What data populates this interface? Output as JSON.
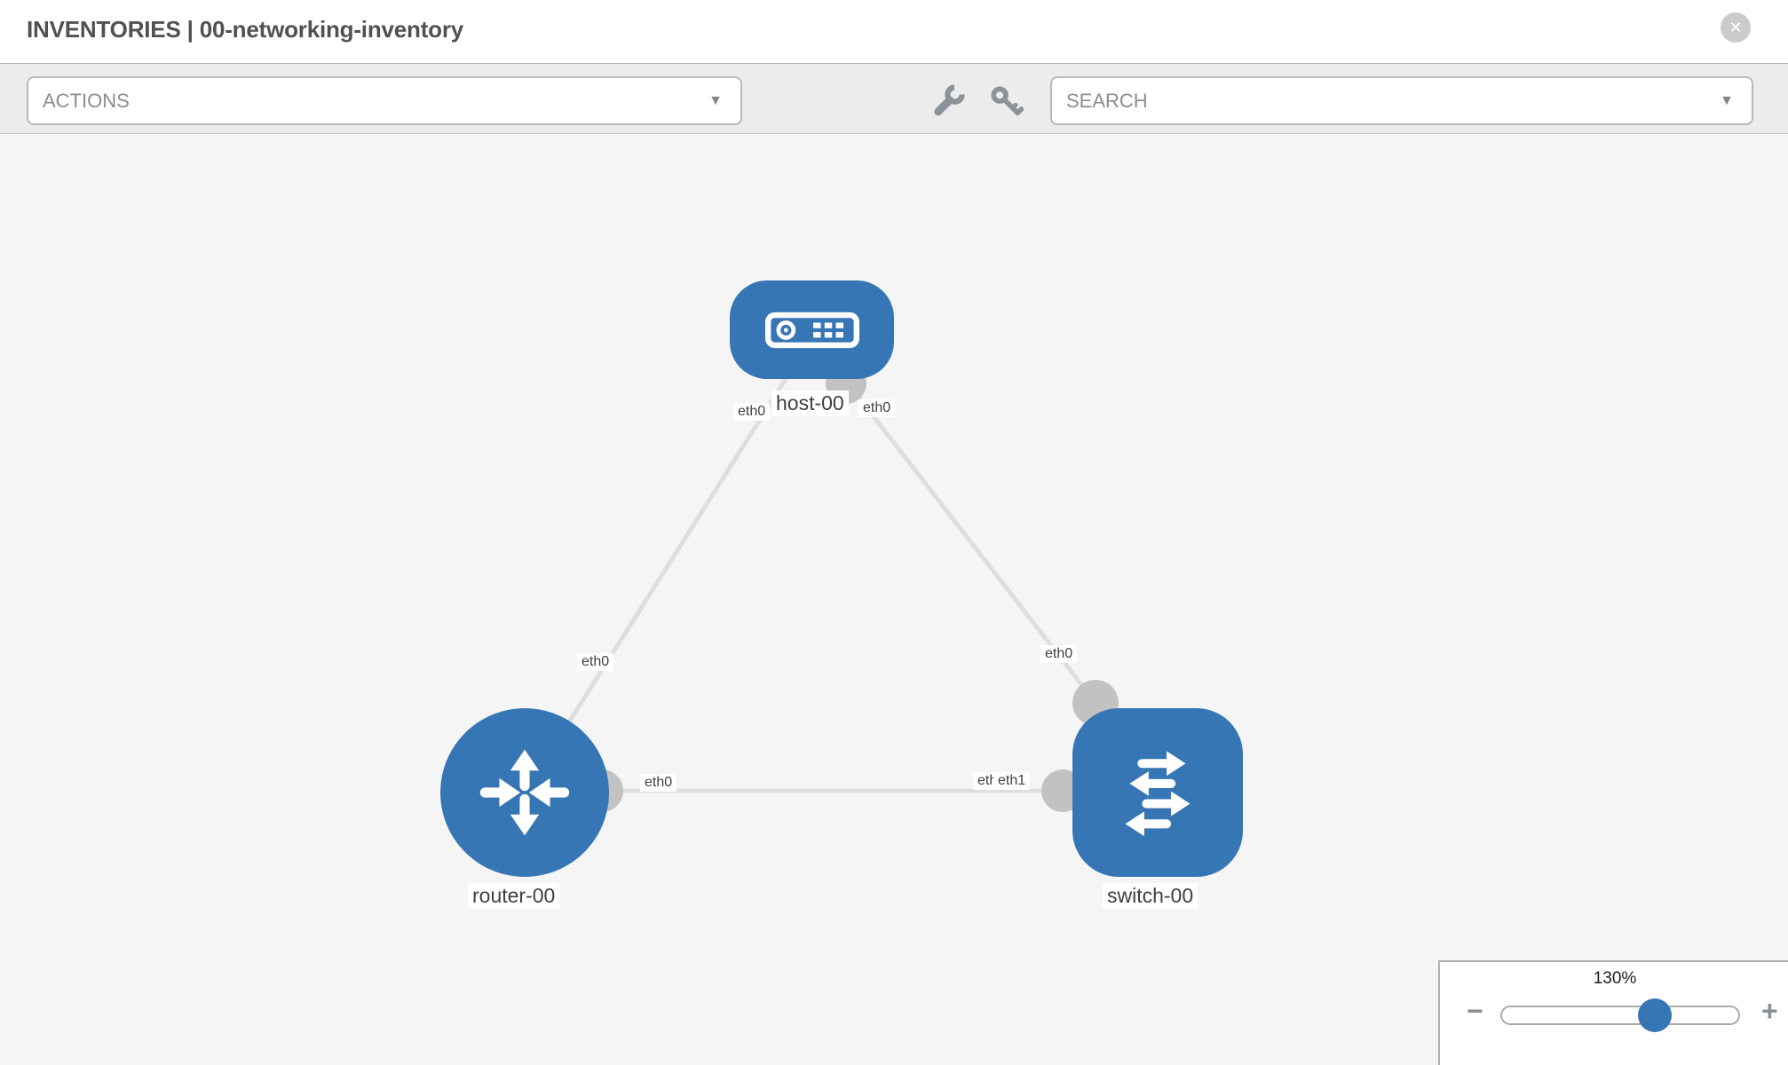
{
  "header": {
    "title": "INVENTORIES | 00-networking-inventory",
    "close_glyph": "✕"
  },
  "toolbar": {
    "actions_label": "ACTIONS",
    "search_label": "SEARCH",
    "caret_glyph": "▼",
    "icons": [
      "wrench-icon",
      "key-icon"
    ]
  },
  "topology": {
    "nodes": [
      {
        "label": "host-00",
        "type": "host"
      },
      {
        "label": "router-00",
        "type": "router"
      },
      {
        "label": "switch-00",
        "type": "switch"
      }
    ],
    "links": [
      {
        "from": "host-00",
        "to": "router-00",
        "from_interface": "eth0",
        "to_interface": "eth0"
      },
      {
        "from": "host-00",
        "to": "switch-00",
        "from_interface": "eth0",
        "to_interface": "eth0"
      },
      {
        "from": "router-00",
        "to": "switch-00",
        "from_interface": "eth0",
        "to_interface": "eth1"
      }
    ],
    "interface_labels": {
      "host_left": "eth0",
      "host_right": "eth0",
      "router_uplink": "eth0",
      "switch_uplink": "eth0",
      "router_right": "eth0",
      "switch_left_hidden": "eth0",
      "switch_left": "eth1"
    }
  },
  "zoom": {
    "level": "130%",
    "minus_glyph": "−",
    "plus_glyph": "+"
  },
  "colors": {
    "node_blue": "#3776b4",
    "link_gray": "#dedede",
    "dot_gray": "#c2c2c2",
    "toolbar_bg": "#ececec",
    "canvas_bg": "#f5f5f5"
  }
}
